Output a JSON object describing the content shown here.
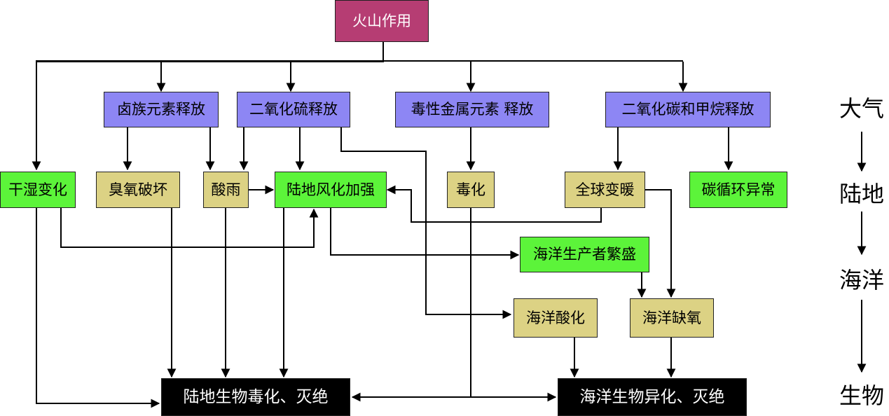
{
  "nodes": {
    "root": "火山作用",
    "halogen": "卤族元素释放",
    "so2": "二氧化硫释放",
    "metal": "毒性金属元素 释放",
    "co2ch4": "二氧化碳和甲烷释放",
    "drywet": "干湿变化",
    "ozone": "臭氧破坏",
    "acidrain": "酸雨",
    "weathering": "陆地风化加强",
    "poison": "毒化",
    "warming": "全球变暖",
    "carbon": "碳循环异常",
    "producer": "海洋生产者繁盛",
    "acidification": "海洋酸化",
    "anoxia": "海洋缺氧",
    "land_bio": "陆地生物毒化、灭绝",
    "ocean_bio": "海洋生物异化、灭绝"
  },
  "sidebar": {
    "atmosphere": "大气",
    "land": "陆地",
    "ocean": "海洋",
    "biology": "生物"
  },
  "colors": {
    "root": "#b63d73",
    "release": "#8d86f4",
    "land_effect": "#5cf43a",
    "effect": "#dcd284",
    "extinction": "#000000"
  }
}
